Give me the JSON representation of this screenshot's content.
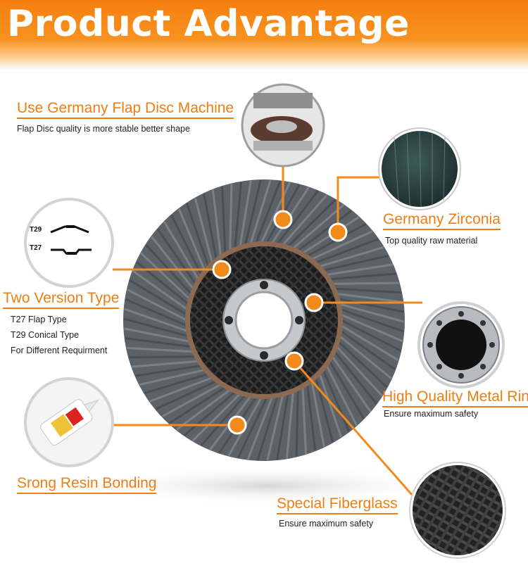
{
  "banner": {
    "title": "Product Advantage"
  },
  "features": [
    {
      "heading": "Use Germany Flap Disc Machine",
      "lines": [
        "Flap Disc quality is more stable better shape"
      ]
    },
    {
      "heading": "Germany Zirconia",
      "lines": [
        "Top quality raw material"
      ]
    },
    {
      "heading": "Two Version Type",
      "lines": [
        "T27 Flap Type",
        "T29 Conical Type",
        "For Different Requirment"
      ]
    },
    {
      "heading": "High Quality Metal Ring",
      "lines": [
        "Ensure maximum safety"
      ]
    },
    {
      "heading": "Srong Resin Bonding",
      "lines": []
    },
    {
      "heading": "Special Fiberglass",
      "lines": [
        "Ensure maximum safety"
      ]
    }
  ],
  "diagram_labels": {
    "t29": "T29",
    "t27": "T27"
  },
  "colors": {
    "accent": "#f07d12",
    "banner_top": "#f57f10",
    "disc_flap": "#5b6066",
    "disc_hub": "#1d1d1d",
    "metal_ring": "#c6c9cc"
  }
}
